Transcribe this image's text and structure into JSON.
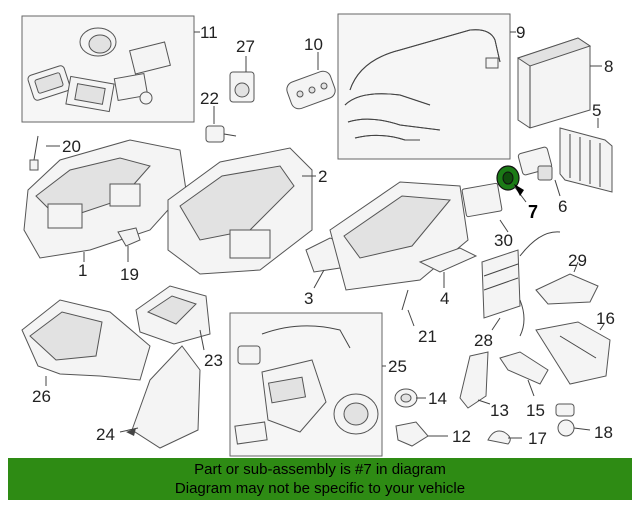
{
  "callouts": [
    {
      "id": "1",
      "label": "1"
    },
    {
      "id": "2",
      "label": "2"
    },
    {
      "id": "3",
      "label": "3"
    },
    {
      "id": "4",
      "label": "4"
    },
    {
      "id": "5",
      "label": "5"
    },
    {
      "id": "6",
      "label": "6"
    },
    {
      "id": "7",
      "label": "7"
    },
    {
      "id": "8",
      "label": "8"
    },
    {
      "id": "9",
      "label": "9"
    },
    {
      "id": "10",
      "label": "10"
    },
    {
      "id": "11",
      "label": "11"
    },
    {
      "id": "12",
      "label": "12"
    },
    {
      "id": "13",
      "label": "13"
    },
    {
      "id": "14",
      "label": "14"
    },
    {
      "id": "15",
      "label": "15"
    },
    {
      "id": "16",
      "label": "16"
    },
    {
      "id": "17",
      "label": "17"
    },
    {
      "id": "18",
      "label": "18"
    },
    {
      "id": "19",
      "label": "19"
    },
    {
      "id": "20",
      "label": "20"
    },
    {
      "id": "21",
      "label": "21"
    },
    {
      "id": "22",
      "label": "22"
    },
    {
      "id": "23",
      "label": "23"
    },
    {
      "id": "24",
      "label": "24"
    },
    {
      "id": "25",
      "label": "25"
    },
    {
      "id": "26",
      "label": "26"
    },
    {
      "id": "27",
      "label": "27"
    },
    {
      "id": "28",
      "label": "28"
    },
    {
      "id": "29",
      "label": "29"
    },
    {
      "id": "30",
      "label": "30"
    }
  ],
  "highlighted_part": "7",
  "highlight_color": "#1b7b16",
  "banner": {
    "line1": "Part or sub-assembly is #7 in diagram",
    "line2": "Diagram may not be specific to your vehicle",
    "color": "#2e8b14"
  }
}
